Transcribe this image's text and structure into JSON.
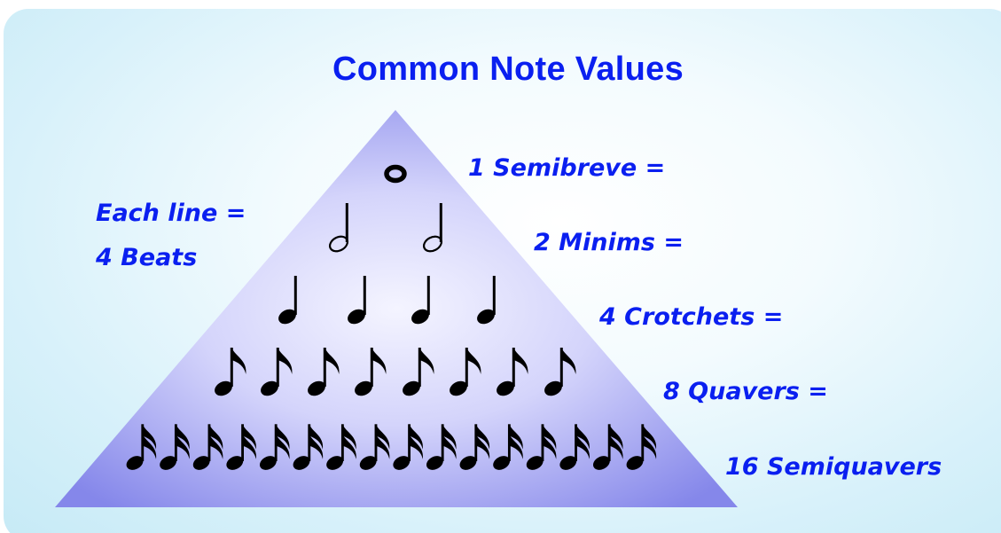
{
  "title": "Common Note Values",
  "note": {
    "line1": "Each line =",
    "line2": "4 Beats"
  },
  "rows": [
    {
      "label": "1 Semibreve =",
      "note_type": "semibreve-icon",
      "count": 1
    },
    {
      "label": "2 Minims =",
      "note_type": "minim-icon",
      "count": 2
    },
    {
      "label": "4 Crotchets =",
      "note_type": "crotchet-icon",
      "count": 4
    },
    {
      "label": "8 Quavers =",
      "note_type": "quaver-icon",
      "count": 8
    },
    {
      "label": "16 Semiquavers",
      "note_type": "semiquaver-icon",
      "count": 16
    }
  ],
  "colors": {
    "text": "#0a1ff0",
    "triangle_light": "#f2f2ff",
    "triangle_dark": "#8e90ee",
    "note": "#000000"
  }
}
